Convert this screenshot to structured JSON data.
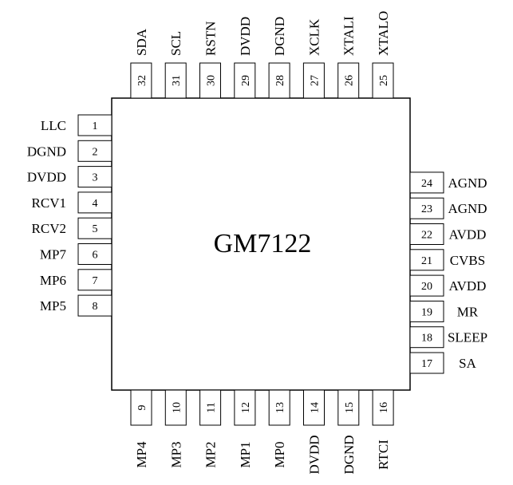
{
  "chip": {
    "name": "GM7122"
  },
  "pins": {
    "left": [
      {
        "num": "1",
        "name": "LLC"
      },
      {
        "num": "2",
        "name": "DGND"
      },
      {
        "num": "3",
        "name": "DVDD"
      },
      {
        "num": "4",
        "name": "RCV1"
      },
      {
        "num": "5",
        "name": "RCV2"
      },
      {
        "num": "6",
        "name": "MP7"
      },
      {
        "num": "7",
        "name": "MP6"
      },
      {
        "num": "8",
        "name": "MP5"
      }
    ],
    "bottom": [
      {
        "num": "9",
        "name": "MP4"
      },
      {
        "num": "10",
        "name": "MP3"
      },
      {
        "num": "11",
        "name": "MP2"
      },
      {
        "num": "12",
        "name": "MP1"
      },
      {
        "num": "13",
        "name": "MP0"
      },
      {
        "num": "14",
        "name": "DVDD"
      },
      {
        "num": "15",
        "name": "DGND"
      },
      {
        "num": "16",
        "name": "RTCI"
      }
    ],
    "right": [
      {
        "num": "17",
        "name": "SA"
      },
      {
        "num": "18",
        "name": "SLEEP"
      },
      {
        "num": "19",
        "name": "MR"
      },
      {
        "num": "20",
        "name": "AVDD"
      },
      {
        "num": "21",
        "name": "CVBS"
      },
      {
        "num": "22",
        "name": "AVDD"
      },
      {
        "num": "23",
        "name": "AGND"
      },
      {
        "num": "24",
        "name": "AGND"
      }
    ],
    "top": [
      {
        "num": "25",
        "name": "XTALO"
      },
      {
        "num": "26",
        "name": "XTALI"
      },
      {
        "num": "27",
        "name": "XCLK"
      },
      {
        "num": "28",
        "name": "DGND"
      },
      {
        "num": "29",
        "name": "DVDD"
      },
      {
        "num": "30",
        "name": "RSTN"
      },
      {
        "num": "31",
        "name": "SCL"
      },
      {
        "num": "32",
        "name": "SDA"
      }
    ]
  }
}
